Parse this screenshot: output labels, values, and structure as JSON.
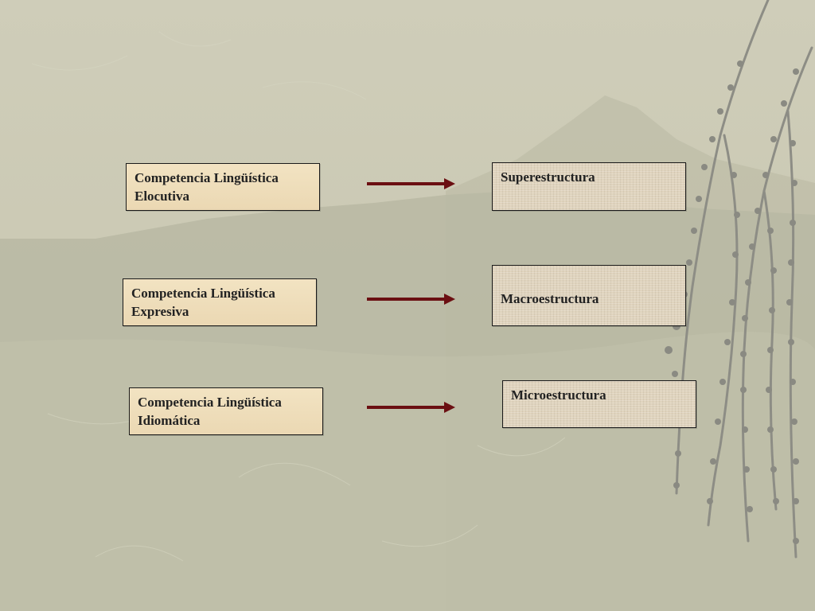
{
  "diagram": {
    "left_boxes": [
      {
        "line1": "Competencia Lingüística",
        "line2": "Elocutiva"
      },
      {
        "line1": "Competencia Lingüística",
        "line2": "Expresiva"
      },
      {
        "line1": "Competencia Lingüística",
        "line2": "Idiomática"
      }
    ],
    "right_boxes": [
      {
        "label": "Superestructura"
      },
      {
        "label": "Macroestructura"
      },
      {
        "label": "Microestructura"
      }
    ],
    "colors": {
      "arrow": "#6b0f12",
      "left_box_fill": "#f0e0be",
      "right_box_fill": "#dfd3bd",
      "border": "#1a1a1a",
      "background": "#c9c8b3"
    }
  }
}
